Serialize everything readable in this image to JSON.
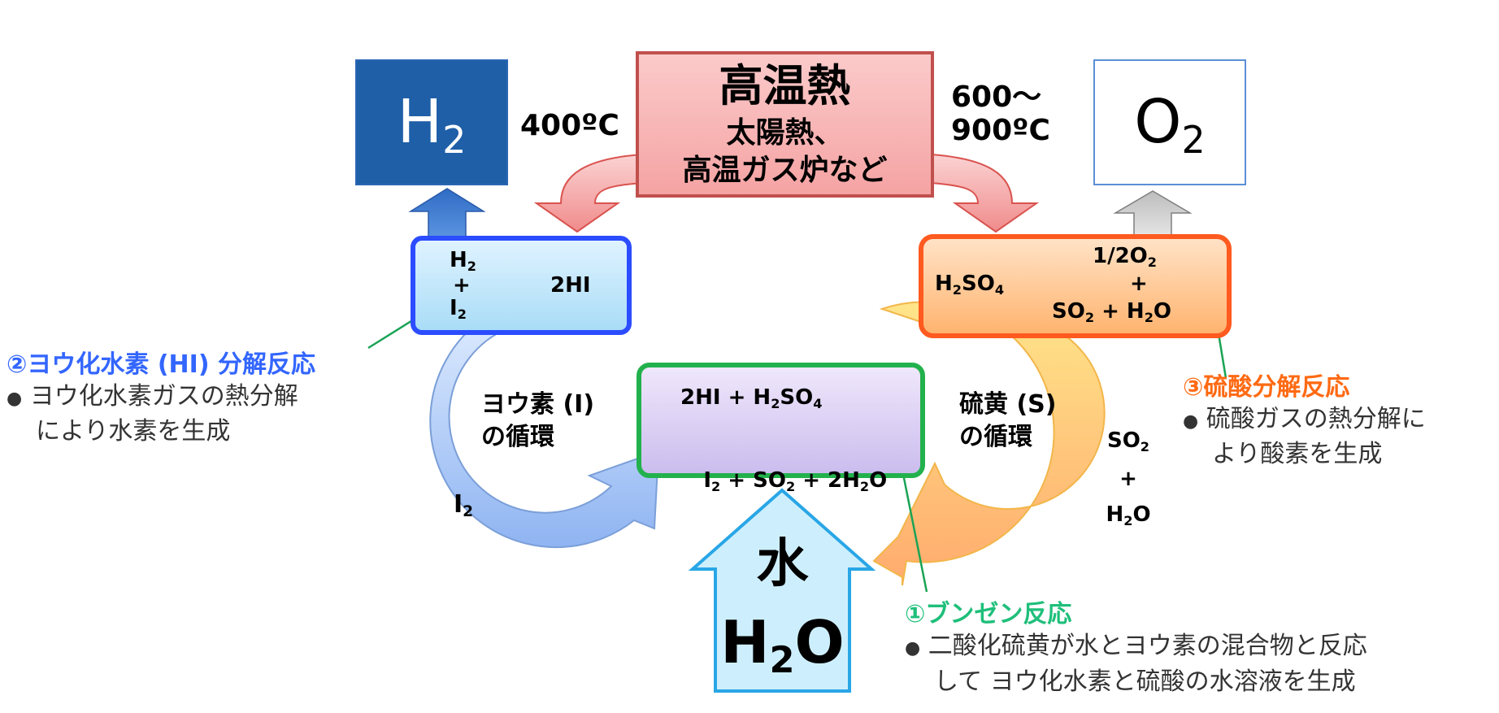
{
  "colors": {
    "h2_box": "#1f5fa8",
    "heat_box_fill": "#f7b1b1",
    "heat_box_border": "#c0504d",
    "hi_box_border": "#2b4cff",
    "hi_box_fill": "#bfe6fb",
    "h2so4_box_border": "#ff5a1f",
    "h2so4_box_fill": "#ffc48d",
    "bunsen_box_border": "#22b14c",
    "bunsen_box_fill": "#dcd2f0",
    "water_arrow_border": "#2aa7e8",
    "water_arrow_fill": "#cff0ff",
    "label_hi": "#3366ff",
    "label_sulfuric": "#ff6a13",
    "label_bunsen": "#1fbf7a",
    "leader_line": "#1aa355"
  },
  "products": {
    "h2": {
      "main": "H",
      "sub": "2"
    },
    "o2": {
      "main": "O",
      "sub": "2"
    }
  },
  "heat": {
    "title": "高温熱",
    "line1": "太陽熱、",
    "line2": "高温ガス炉など",
    "temp_left": "400ºC",
    "temp_right_line1": "600～",
    "temp_right_line2": "900ºC"
  },
  "hi_reaction": {
    "h2": {
      "main": "H",
      "sub": "2"
    },
    "plus": "+",
    "i2": {
      "main": "I",
      "sub": "2"
    },
    "reactant": "2HI"
  },
  "sulfuric_reaction": {
    "reactant": {
      "a": "H",
      "a_sub": "2",
      "b": "SO",
      "b_sub": "4"
    },
    "product_line1": {
      "a": "1/2O",
      "a_sub": "2"
    },
    "product_plus": "+",
    "product_line3": {
      "a": "SO",
      "a_sub": "2",
      "b": " + H",
      "b_sub": "2",
      "c": "O"
    }
  },
  "bunsen_reaction": {
    "line1": {
      "a": "2HI + H",
      "a_sub": "2",
      "b": "SO",
      "b_sub": "4"
    },
    "line2": {
      "a": "I",
      "a_sub": "2",
      "b": " + SO",
      "b_sub": "2",
      "c": "+ 2H",
      "c_sub": "2",
      "d": "O"
    }
  },
  "cycles": {
    "iodine_line1": "ヨウ素 (I)",
    "iodine_line2": "の循環",
    "iodine_out": {
      "main": "I",
      "sub": "2"
    },
    "sulfur_line1": "硫黄 (S)",
    "sulfur_line2": "の循環",
    "sulfur_out1": {
      "main": "SO",
      "sub": "2"
    },
    "sulfur_out2": "+",
    "sulfur_out3": {
      "a": "H",
      "a_sub": "2",
      "b": "O"
    }
  },
  "water": {
    "kanji": "水",
    "formula": {
      "a": "H",
      "a_sub": "2",
      "b": "O"
    }
  },
  "annotations": {
    "hi": {
      "title": "②ヨウ化水素 (HI) 分解反応",
      "bullet": "●",
      "line1": "ヨウ化水素ガスの熱分解",
      "line2": "により水素を生成"
    },
    "sulfuric": {
      "title": "③硫酸分解反応",
      "bullet": "●",
      "line1": "硫酸ガスの熱分解に",
      "line2": "より酸素を生成"
    },
    "bunsen": {
      "title": "①ブンゼン反応",
      "bullet": "●",
      "line1": "二酸化硫黄が水とヨウ素の混合物と反応",
      "line2": "して ヨウ化水素と硫酸の水溶液を生成"
    }
  }
}
